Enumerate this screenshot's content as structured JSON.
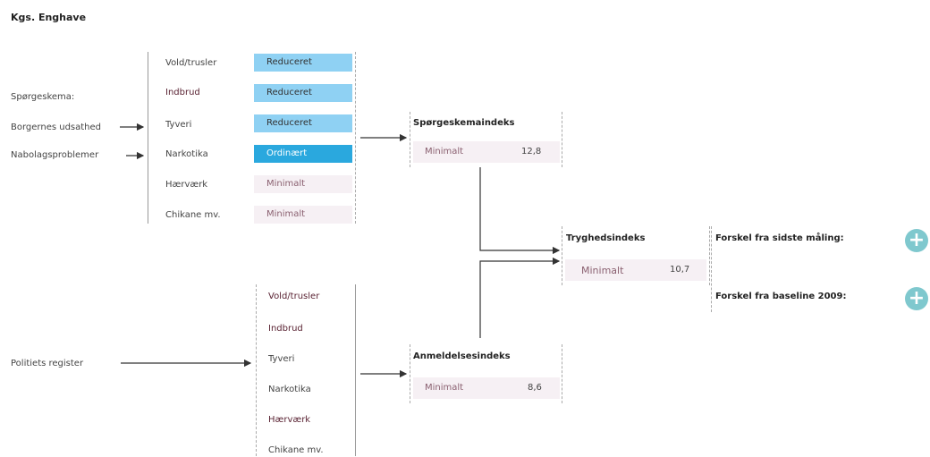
{
  "title": "Kgs. Enghave",
  "sources": {
    "questionnaire": [
      "Spørgeskema:",
      "Borgernes udsathed",
      "Nabolagsproblemer"
    ],
    "police": "Politiets register"
  },
  "survey_categories": [
    {
      "label": "Vold/trusler",
      "level": "Reduceret"
    },
    {
      "label": "Indbrud",
      "level": "Reduceret"
    },
    {
      "label": "Tyveri",
      "level": "Reduceret"
    },
    {
      "label": "Narkotika",
      "level": "Ordinært"
    },
    {
      "label": "Hærværk",
      "level": "Minimalt"
    },
    {
      "label": "Chikane mv.",
      "level": "Minimalt"
    }
  ],
  "police_categories": [
    "Vold/trusler",
    "Indbrud",
    "Tyveri",
    "Narkotika",
    "Hærværk",
    "Chikane mv."
  ],
  "indices": {
    "survey": {
      "title": "Spørgeskemaindeks",
      "level": "Minimalt",
      "value": "12,8"
    },
    "safety": {
      "title": "Tryghedsindeks",
      "level": "Minimalt",
      "value": "10,7"
    },
    "report": {
      "title": "Anmeldelsesindeks",
      "level": "Minimalt",
      "value": "8,6"
    }
  },
  "differences": {
    "last": "Forskel fra sidste måling:",
    "baseline": "Forskel fra baseline 2009:"
  },
  "colors": {
    "reduced": "#8fd1f3",
    "ordinary": "#2aa8de",
    "minimal": "#f6f0f4",
    "plus": "#7fc8ce"
  }
}
